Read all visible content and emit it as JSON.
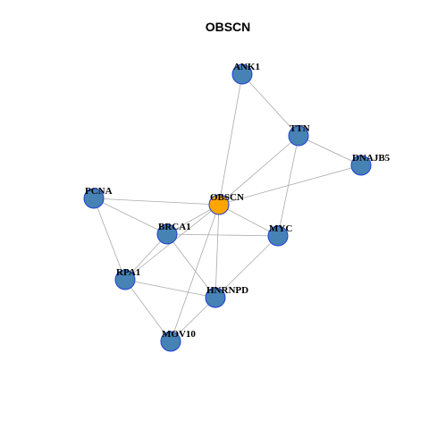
{
  "title": "OBSCN",
  "colors": {
    "node_fill": "#4682b4",
    "center_fill": "#ffa500",
    "node_border": "#1f3fd6",
    "edge": "#aaaaaa"
  },
  "nodes": [
    {
      "id": "OBSCN",
      "label": "OBSCN",
      "center": true
    },
    {
      "id": "ANK1",
      "label": "ANK1"
    },
    {
      "id": "TTN",
      "label": "TTN"
    },
    {
      "id": "DNAJB5",
      "label": "DNAJB5"
    },
    {
      "id": "PCNA",
      "label": "PCNA"
    },
    {
      "id": "BRCA1",
      "label": "BRCA1"
    },
    {
      "id": "MYC",
      "label": "MYC"
    },
    {
      "id": "RPA1",
      "label": "RPA1"
    },
    {
      "id": "HNRNPD",
      "label": "HNRNPD"
    },
    {
      "id": "MOV10",
      "label": "MOV10"
    }
  ],
  "edges": [
    [
      "ANK1",
      "TTN"
    ],
    [
      "ANK1",
      "OBSCN"
    ],
    [
      "TTN",
      "DNAJB5"
    ],
    [
      "TTN",
      "OBSCN"
    ],
    [
      "TTN",
      "MYC"
    ],
    [
      "DNAJB5",
      "OBSCN"
    ],
    [
      "PCNA",
      "OBSCN"
    ],
    [
      "PCNA",
      "BRCA1"
    ],
    [
      "PCNA",
      "RPA1"
    ],
    [
      "OBSCN",
      "BRCA1"
    ],
    [
      "OBSCN",
      "MYC"
    ],
    [
      "OBSCN",
      "HNRNPD"
    ],
    [
      "OBSCN",
      "MOV10"
    ],
    [
      "OBSCN",
      "RPA1"
    ],
    [
      "BRCA1",
      "MYC"
    ],
    [
      "BRCA1",
      "RPA1"
    ],
    [
      "BRCA1",
      "HNRNPD"
    ],
    [
      "MYC",
      "HNRNPD"
    ],
    [
      "RPA1",
      "HNRNPD"
    ],
    [
      "RPA1",
      "MOV10"
    ],
    [
      "HNRNPD",
      "MOV10"
    ]
  ]
}
